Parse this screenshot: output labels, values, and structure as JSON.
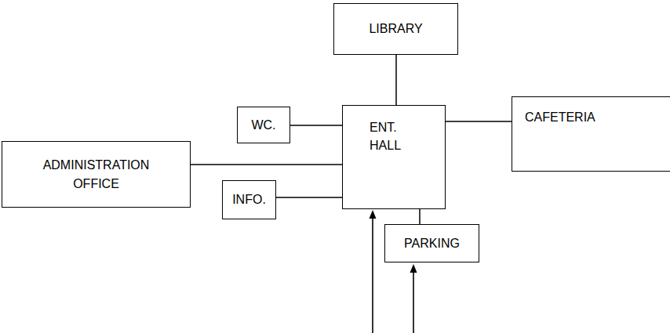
{
  "diagram": {
    "nodes": [
      {
        "text": [
          "LIBRARY"
        ]
      },
      {
        "text": [
          "WC."
        ]
      },
      {
        "text": [
          "ENT. HALL"
        ]
      },
      {
        "text": [
          "CAFETERIA"
        ]
      },
      {
        "text": [
          "ADMINISTRATION OFFICE"
        ]
      },
      {
        "text": [
          "INFO."
        ]
      },
      {
        "text": [
          "PARKING"
        ]
      }
    ],
    "edges": [
      {
        "from": 0,
        "to": 2,
        "arrow": "none"
      },
      {
        "from": 1,
        "to": 2,
        "arrow": "none"
      },
      {
        "from": 2,
        "to": 3,
        "arrow": "none"
      },
      {
        "from": 4,
        "to": 2,
        "arrow": "none"
      },
      {
        "from": 5,
        "to": 2,
        "arrow": "none"
      },
      {
        "from": 2,
        "to": 6,
        "arrow": "none"
      }
    ]
  }
}
